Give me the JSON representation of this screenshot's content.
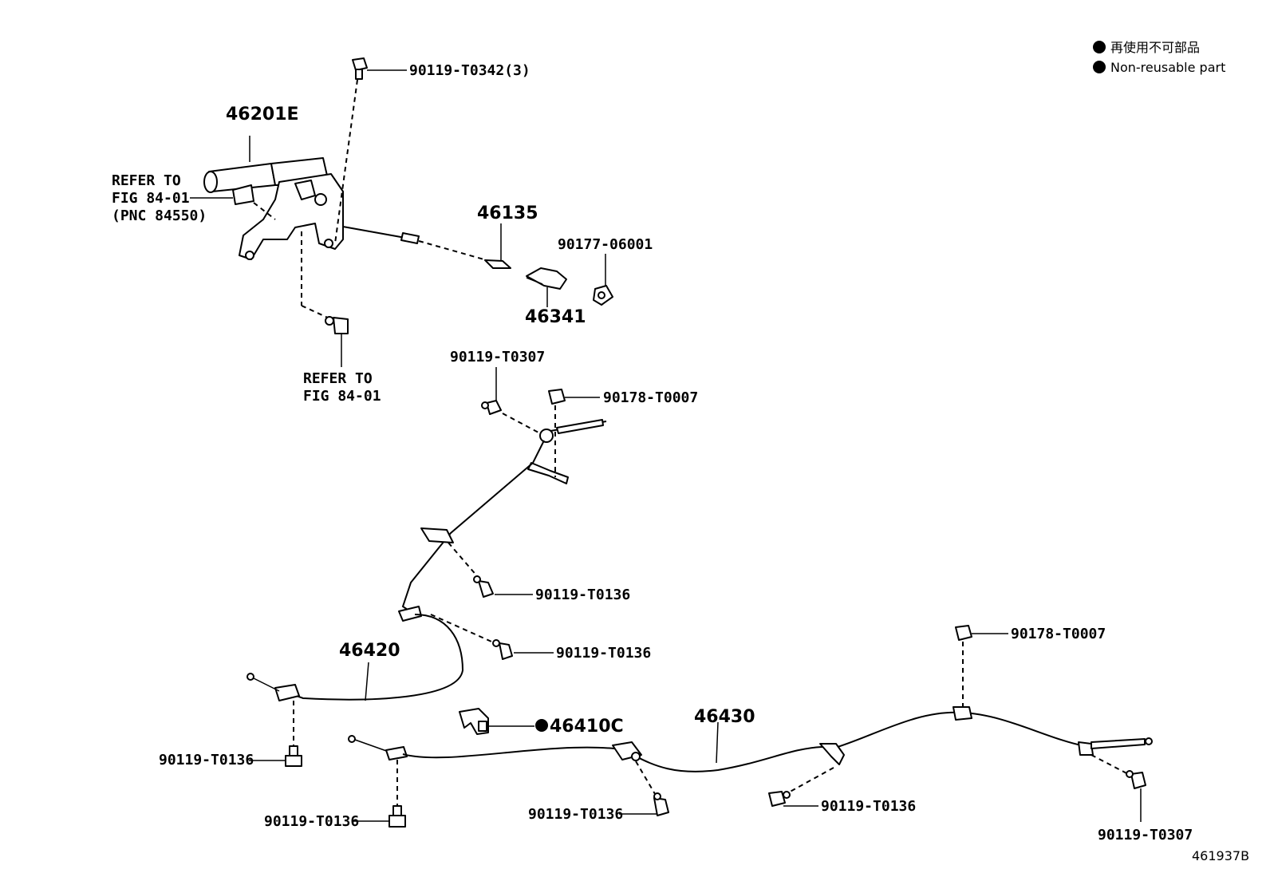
{
  "legend": {
    "line1": "再使用不可部品",
    "line2": "Non-reusable part"
  },
  "labels": {
    "lever_assy": "46201E",
    "bolt_top": "90119-T0342(3)",
    "refer1_a": "REFER TO",
    "refer1_b": "FIG 84-01",
    "refer1_c": "(PNC 84550)",
    "equalizer": "46135",
    "nut_06001": "90177-06001",
    "yoke": "46341",
    "refer2_a": "REFER TO",
    "refer2_b": "FIG 84-01",
    "bolt_t0307_top": "90119-T0307",
    "nut_t0007_top": "90178-T0007",
    "bolt_t0136_a": "90119-T0136",
    "bolt_t0136_b": "90119-T0136",
    "cable_no2": "46420",
    "clamp": "46410C",
    "cable_no3": "46430",
    "nut_t0007_right": "90178-T0007",
    "bolt_t0136_c": "90119-T0136",
    "bolt_t0136_d": "90119-T0136",
    "bolt_t0136_e": "90119-T0136",
    "bolt_t0136_f": "90119-T0136",
    "bolt_t0307_right": "90119-T0307",
    "diagram_id": "461937B"
  }
}
